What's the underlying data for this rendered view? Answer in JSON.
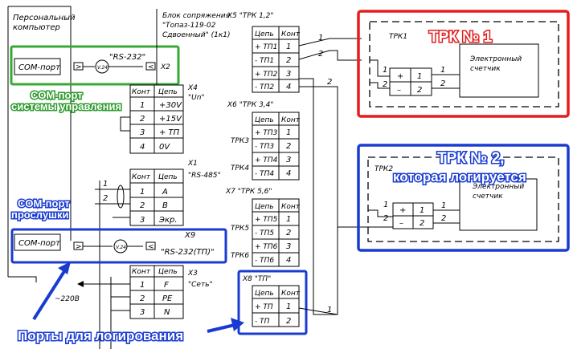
{
  "colors": {
    "red": "#e41e1e",
    "blue": "#1a3bd1",
    "green": "#39a935"
  },
  "pc": {
    "title1": "Персональный",
    "title2": "компьютер",
    "com_port": "СОМ-порт"
  },
  "link_main": {
    "label": "\"RS-232\"",
    "conn": "X2"
  },
  "link_listen": {
    "label": "\"RS-232(ТП)\"",
    "conn": "X9"
  },
  "block": {
    "title1": "Блок сопряжения",
    "title2": "\"Топаз-119-02",
    "title3": "Сдвоенный\" (1к1)"
  },
  "hdr": {
    "kont": "Конт",
    "cep": "Цепь"
  },
  "x4": {
    "id": "X4",
    "name": "\"Un\"",
    "rows": [
      {
        "k": "1",
        "c": "+30V"
      },
      {
        "k": "2",
        "c": "+15V"
      },
      {
        "k": "3",
        "c": "+ ТП"
      },
      {
        "k": "4",
        "c": "0V"
      }
    ]
  },
  "x1": {
    "id": "X1",
    "name": "\"RS-485\"",
    "rows": [
      {
        "k": "1",
        "c": "A"
      },
      {
        "k": "2",
        "c": "B"
      },
      {
        "k": "3",
        "c": "Экр."
      }
    ]
  },
  "x3": {
    "id": "X3",
    "name": "\"Сеть\"",
    "rows": [
      {
        "k": "1",
        "c": "F"
      },
      {
        "k": "2",
        "c": "PE"
      },
      {
        "k": "3",
        "c": "N"
      }
    ],
    "voltage": "~220В"
  },
  "x5": {
    "title": "X5 \"ТРК 1,2\"",
    "rows": [
      {
        "c": "+ ТП1",
        "k": "1"
      },
      {
        "c": "- ТП1",
        "k": "2"
      },
      {
        "c": "+ ТП2",
        "k": "3"
      },
      {
        "c": "- ТП2",
        "k": "4"
      }
    ]
  },
  "x6": {
    "title": "X6 \"ТРК 3,4\"",
    "rows": [
      {
        "c": "+ ТП3",
        "k": "1"
      },
      {
        "c": "- ТП3",
        "k": "2"
      },
      {
        "c": "+ ТП4",
        "k": "3"
      },
      {
        "c": "- ТП4",
        "k": "4"
      }
    ],
    "trk_a": "ТРК3",
    "trk_b": "ТРК4"
  },
  "x7": {
    "title": "X7 \"ТРК 5,6\"",
    "rows": [
      {
        "c": "+ ТП5",
        "k": "1"
      },
      {
        "c": "- ТП5",
        "k": "2"
      },
      {
        "c": "+ ТП6",
        "k": "3"
      },
      {
        "c": "- ТП6",
        "k": "4"
      }
    ],
    "trk_a": "ТРК5",
    "trk_b": "ТРК6"
  },
  "x8": {
    "title": "X8 \"ТП\"",
    "rows": [
      {
        "c": "+ ТП",
        "k": "1"
      },
      {
        "c": "- ТП",
        "k": "2"
      }
    ]
  },
  "trk1": {
    "name": "ТРК1",
    "counter1": "Электронный",
    "counter2": "счетчик"
  },
  "trk2": {
    "name": "ТРК2",
    "counter1": "Электронный",
    "counter2": "счетчик"
  },
  "wire": {
    "one": "1",
    "two": "2",
    "plus": "+",
    "minus": "–"
  },
  "annotations": {
    "trk1": "ТРК № 1",
    "trk2_l1": "ТРК № 2,",
    "trk2_l2": "которая логируется",
    "com_ctrl_l1": "COM-порт",
    "com_ctrl_l2": "системы управления",
    "com_listen_l1": "COM-порт",
    "com_listen_l2": "прослушки",
    "ports": "Порты для логирования"
  }
}
